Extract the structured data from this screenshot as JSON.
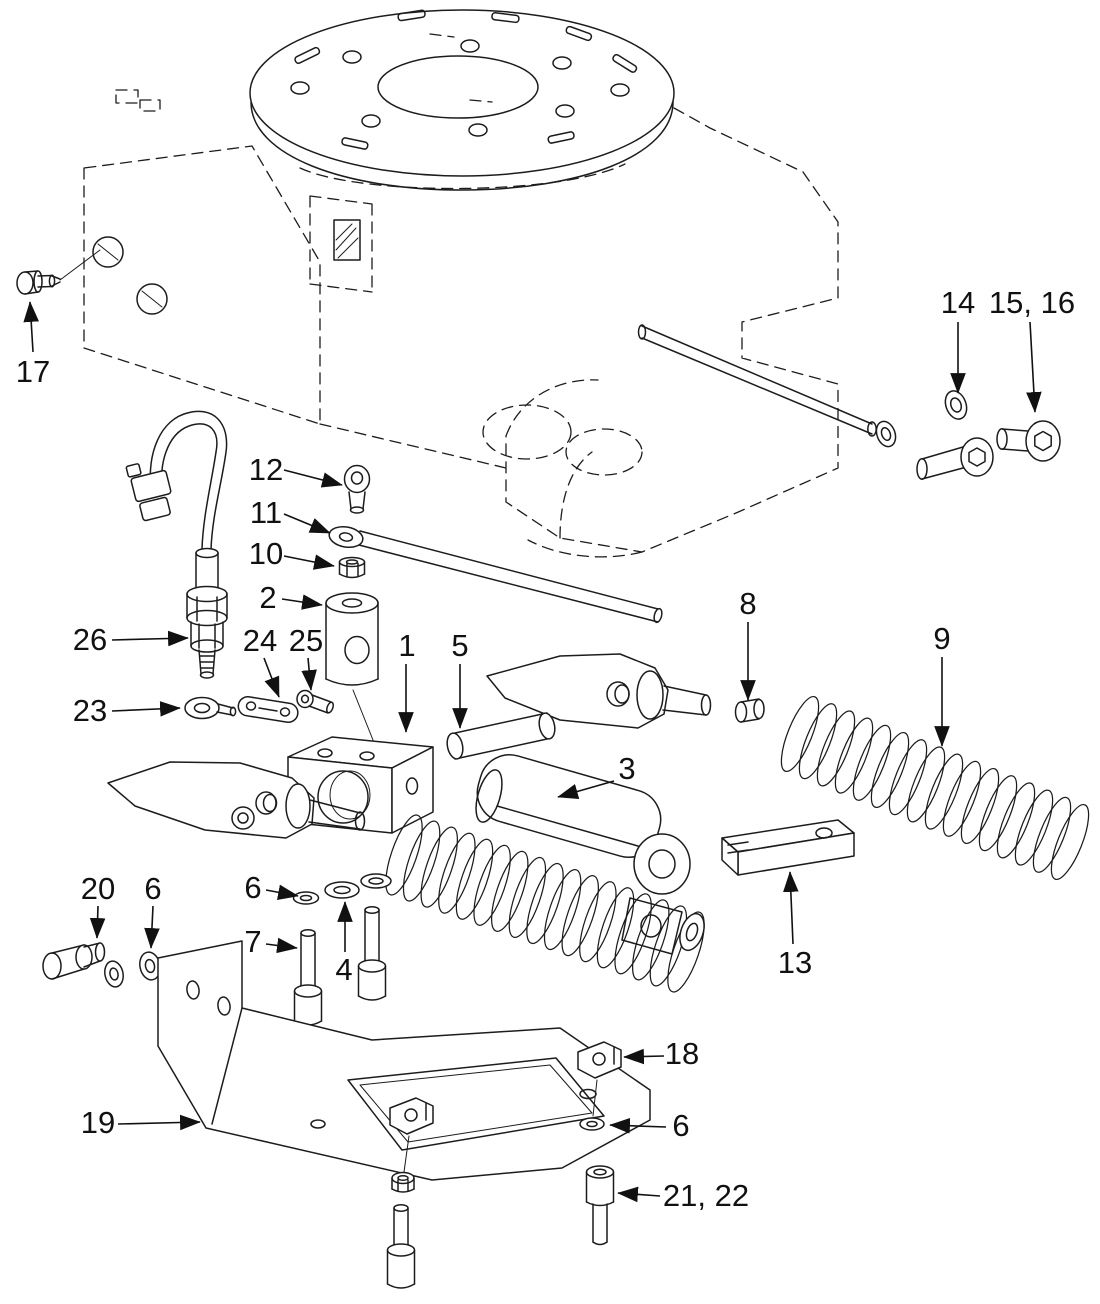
{
  "figure": {
    "kind": "exploded-parts-diagram",
    "background": "#ffffff",
    "line_color": "#1c1c1c",
    "label_color": "#111111",
    "arrow_style": "filled-triangle"
  },
  "callouts": [
    "17",
    "14",
    "15, 16",
    "12",
    "11",
    "10",
    "2",
    "26",
    "24",
    "25",
    "23",
    "1",
    "5",
    "8",
    "9",
    "3",
    "13",
    "20",
    "6",
    "6",
    "7",
    "4",
    "19",
    "18",
    "6",
    "21, 22"
  ]
}
